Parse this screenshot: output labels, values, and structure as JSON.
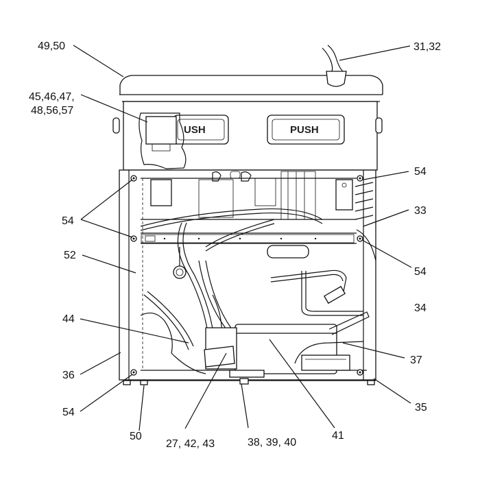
{
  "diagram": {
    "push_buttons": {
      "left": "USH",
      "right": "PUSH"
    },
    "callouts": {
      "c49_50": "49,50",
      "c31_32": "31,32",
      "c45_line1": "45,46,47,",
      "c45_line2": "48,56,57",
      "c54_top_right": "54",
      "c54_left": "54",
      "c33": "33",
      "c52": "52",
      "c54_mid_right": "54",
      "c44": "44",
      "c34": "34",
      "c37": "37",
      "c36": "36",
      "c54_bottom_left": "54",
      "c35": "35",
      "c50": "50",
      "c27_42_43": "27, 42, 43",
      "c38_39_40": "38, 39, 40",
      "c41": "41"
    }
  }
}
